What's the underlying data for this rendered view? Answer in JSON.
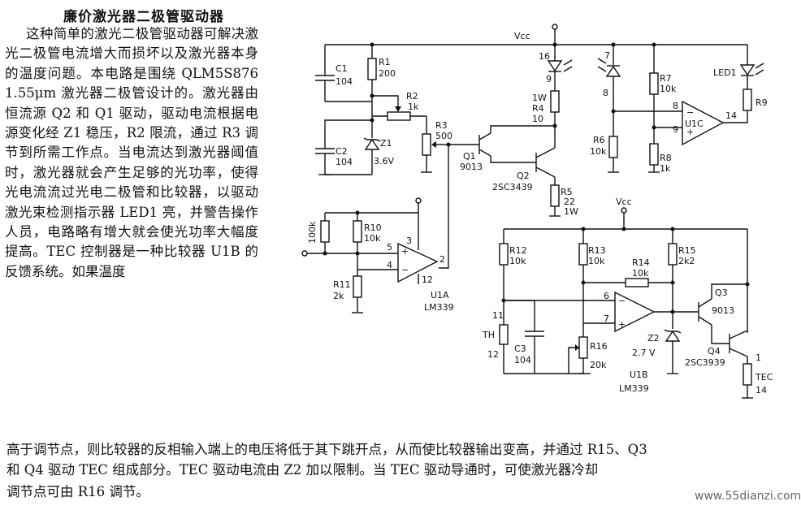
{
  "title": "廉价激光器二极管驱动器",
  "description": "这种简单的激光二极管驱动器可解决激光二极管电流增大而损坏以及激光器本身的温度问题。本电路是围绕 QLM5S876 1.55μm 激光器二极管设计的。激光器由恒流源 Q2 和 Q1 驱动，驱动电流根据电源变化经 Z1 稳压，R2 限流，通过 R3 调节到所需工作点。当电流达到激光器阈值时，激光器就会产生足够的光功率，使得光电流流过光电二极管和比较器，以驱动激光束检测指示器 LED1 亮，并警告操作人员，电路略有增大就会使光功率大幅度提高。TEC 控制器是一种比较器 U1B 的反馈系统。如果温度",
  "full_lines": [
    "高于调节点，则比较器的反相输入端上的电压将低于其下跳开点，从而使比较器输出变高，并通过 R15、Q3",
    "和 Q4 驱动 TEC 组成部分。TEC 驱动电流由 Z2 加以限制。当 TEC 驱动导通时，可使激光器冷却",
    "调节点可由 R16 调节。"
  ],
  "watermark": "www.55dianzi.com",
  "labels": {
    "vcc_top": "Vcc",
    "vcc_mid": "Vcc",
    "c1": "C1",
    "c1_val": "104",
    "r1": "R1",
    "r1_val": "200",
    "r2": "R2",
    "r2_val": "1k",
    "c2": "C2",
    "c2_val": "104",
    "z1": "Z1",
    "z1_val": "3.6V",
    "r3": "R3",
    "r3_val": "500",
    "q1": "Q1",
    "q1_val": "9013",
    "q2": "Q2",
    "q2_val": "2SC3439",
    "r4_w": "1W",
    "r4": "R4",
    "r4_val": "10",
    "r5": "R5",
    "r5_val": "22",
    "r5_w": "1W",
    "pin16": "16",
    "pin9": "9",
    "pin7": "7",
    "pin8a": "8",
    "r7": "R7",
    "r7_val": "10k",
    "r6": "R6",
    "r6_val": "10k",
    "r8": "R8",
    "r8_val": "1k",
    "pin8b": "8",
    "pin9b": "9",
    "pin14": "14",
    "u1c": "U1C",
    "led1": "LED1",
    "r9": "R9",
    "r100k": "100k",
    "r10": "R10",
    "r10_val": "10k",
    "pin5": "5",
    "pin3": "3",
    "pin4": "4",
    "pin2": "2",
    "pin12": "12",
    "r11": "R11",
    "r11_val": "2k",
    "u1a": "U1A",
    "u1a_val": "LM339",
    "r12": "R12",
    "r12_val": "10k",
    "r13": "R13",
    "r13_val": "10k",
    "r15": "R15",
    "r15_val": "2k2",
    "r14": "R14",
    "r14_val": "10k",
    "pin11": "11",
    "th": "TH",
    "pin12b": "12",
    "c3": "C3",
    "c3_val": "104",
    "r16": "R16",
    "r16_val": "20k",
    "pin6": "6",
    "pin7b": "7",
    "z2": "Z2",
    "z2_val": "2.7 V",
    "u1b": "U1B",
    "u1b_val": "LM339",
    "q3": "Q3",
    "q3_val": "9013",
    "q4": "Q4",
    "q4_val": "2SC3939",
    "pin1": "1",
    "tec": "TEC",
    "pin14b": "14",
    "minus": "−",
    "plus": "+"
  }
}
